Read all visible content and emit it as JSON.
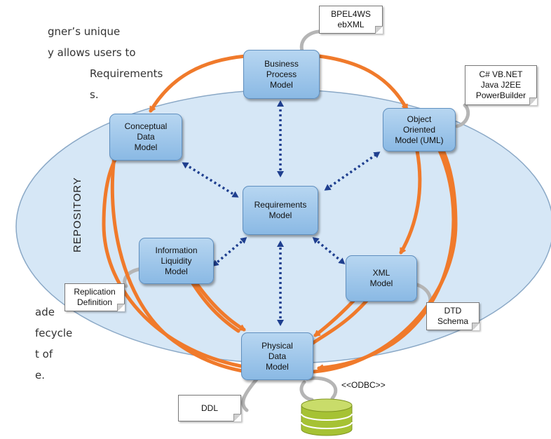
{
  "side_text_top": [
    "gner’s unique",
    "y allows users to",
    "Requirements",
    "s."
  ],
  "side_text_bottom": [
    "ade",
    "fecycle",
    "t of",
    "e."
  ],
  "repository_label": "REPOSITORY",
  "nodes": {
    "business_process": "Business\nProcess\nModel",
    "conceptual_data": "Conceptual\nData\nModel",
    "object_oriented": "Object\nOriented\nModel (UML)",
    "requirements": "Requirements\nModel",
    "information_liquidity": "Information\nLiquidity\nModel",
    "xml": "XML\nModel",
    "physical_data": "Physical\nData\nModel"
  },
  "notes": {
    "bpel": "BPEL4WS\nebXML",
    "languages": "C# VB.NET\nJava J2EE\nPowerBuilder",
    "replication": "Replication\nDefinition",
    "dtd": "DTD\nSchema",
    "ddl": "DDL"
  },
  "odbc_label": "<<ODBC>>",
  "colors": {
    "orange_arrow": "#f07a2b",
    "blue_arrow": "#1f3f8f",
    "repository_fill": "#d6e7f6",
    "node_fill": "#9ec6ea",
    "database_green": "#b5cf3f"
  }
}
